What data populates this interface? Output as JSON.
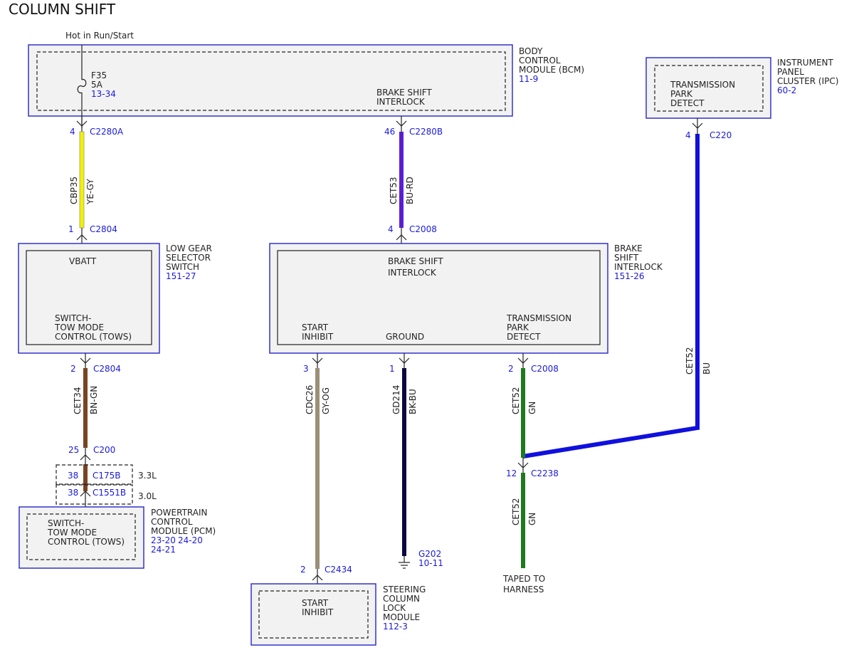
{
  "title": "COLUMN SHIFT",
  "power_label": "Hot in Run/Start",
  "fuse": {
    "name": "F35",
    "rating": "5A",
    "ref": "13-34"
  },
  "modules": {
    "bcm": {
      "name": [
        "BODY",
        "CONTROL",
        "MODULE (BCM)"
      ],
      "ref": "11-9",
      "pin_label": [
        "BRAKE SHIFT",
        "INTERLOCK"
      ]
    },
    "ipc": {
      "name": [
        "INSTRUMENT",
        "PANEL",
        "CLUSTER (IPC)"
      ],
      "ref": "60-2",
      "pin_label": [
        "TRANSMISSION",
        "PARK",
        "DETECT"
      ]
    },
    "lgs": {
      "name": [
        "LOW GEAR",
        "SELECTOR",
        "SWITCH"
      ],
      "ref": "151-27",
      "top_label": "VBATT",
      "bottom_label": [
        "SWITCH-",
        "TOW MODE",
        "CONTROL (TOWS)"
      ]
    },
    "bsi": {
      "name": [
        "BRAKE",
        "SHIFT",
        "INTERLOCK"
      ],
      "ref": "151-26",
      "top_label": [
        "BRAKE SHIFT",
        "INTERLOCK"
      ],
      "pin_start": [
        "START",
        "INHIBIT"
      ],
      "pin_ground": "GROUND",
      "pin_tpd": [
        "TRANSMISSION",
        "PARK",
        "DETECT"
      ]
    },
    "pcm": {
      "name": [
        "POWERTRAIN",
        "CONTROL",
        "MODULE (PCM)"
      ],
      "ref1": "23-20",
      "ref2": "24-20",
      "ref3": "24-21",
      "pin_label": [
        "SWITCH-",
        "TOW MODE",
        "CONTROL (TOWS)"
      ]
    },
    "sclm": {
      "name": [
        "STEERING",
        "COLUMN",
        "LOCK",
        "MODULE"
      ],
      "ref": "112-3",
      "pin_label": [
        "START",
        "INHIBIT"
      ]
    }
  },
  "connectors": {
    "c2280a": {
      "pin": "4",
      "name": "C2280A"
    },
    "c2280b": {
      "pin": "46",
      "name": "C2280B"
    },
    "c220": {
      "pin": "4",
      "name": "C220"
    },
    "c2804_top": {
      "pin": "1",
      "name": "C2804"
    },
    "c2008_top": {
      "pin": "4",
      "name": "C2008"
    },
    "c2804_bot": {
      "pin": "2",
      "name": "C2804"
    },
    "c200": {
      "pin": "25",
      "name": "C200"
    },
    "c175b": {
      "pin": "38",
      "name": "C175B",
      "engine": "3.3L"
    },
    "c1551b": {
      "pin": "38",
      "name": "C1551B",
      "engine": "3.0L"
    },
    "c2434_start": {
      "pin": "3"
    },
    "gnd_pin": {
      "pin": "1"
    },
    "c2008_bot": {
      "pin": "2",
      "name": "C2008"
    },
    "c2238": {
      "pin": "12",
      "name": "C2238"
    },
    "c2434": {
      "pin": "2",
      "name": "C2434"
    }
  },
  "wires": {
    "cbp35": {
      "circuit": "CBP35",
      "color": "YE-GY",
      "hex": "#f2f200"
    },
    "cet53": {
      "circuit": "CET53",
      "color": "BU-RD",
      "hex": "#5a1fcf"
    },
    "cet52_bu": {
      "circuit": "CET52",
      "color": "BU",
      "hex": "#1010dd"
    },
    "cet34": {
      "circuit": "CET34",
      "color": "BN-GN",
      "hex": "#7a4420"
    },
    "cdc26": {
      "circuit": "CDC26",
      "color": "GY-OG",
      "hex": "#9a8f78"
    },
    "gd214": {
      "circuit": "GD214",
      "color": "BK-BU",
      "hex": "#0a0a40"
    },
    "cet52_gn": {
      "circuit": "CET52",
      "color": "GN",
      "hex": "#1f7a1f"
    },
    "cet52_gn2": {
      "circuit": "CET52",
      "color": "GN",
      "hex": "#1f7a1f"
    }
  },
  "ground": {
    "name": "G202",
    "ref": "10-11"
  },
  "taped": [
    "TAPED TO",
    "HARNESS"
  ]
}
